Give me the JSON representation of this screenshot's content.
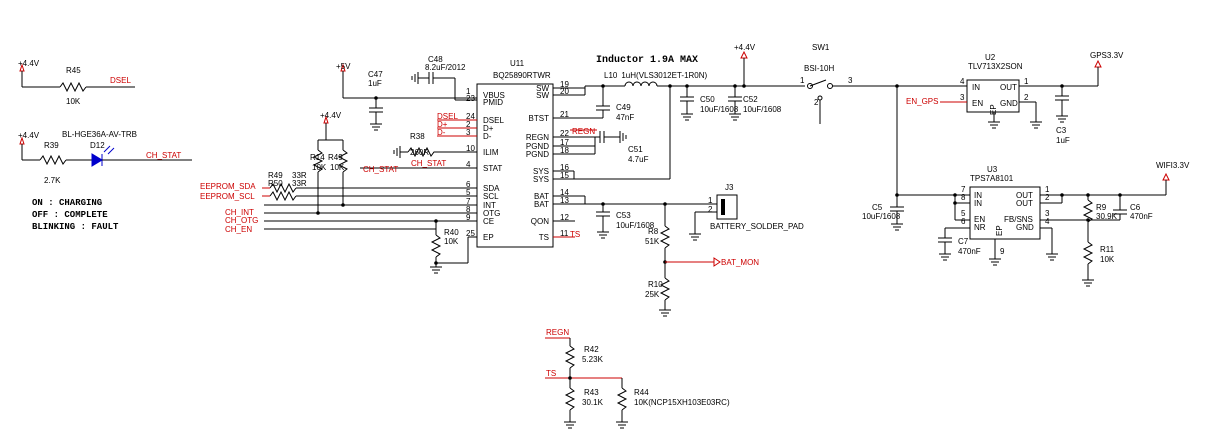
{
  "rails": {
    "v44": "+4.4V",
    "v5": "+5V",
    "gps": "GPS3.3V",
    "wifi": "WIFI3.3V"
  },
  "nets": {
    "dsel": "DSEL",
    "ch_stat": "CH_STAT",
    "eeprom_sda": "EEPROM_SDA",
    "eeprom_scl": "EEPROM_SCL",
    "ch_int": "CH_INT",
    "ch_otg": "CH_OTG",
    "ch_en": "CH_EN",
    "d_plus": "D+",
    "d_minus": "D-",
    "regn": "REGN",
    "ts": "TS",
    "bat_mon": "BAT_MON",
    "en_gps": "EN_GPS"
  },
  "status_notes": [
    "ON : CHARGING",
    "OFF : COMPLETE",
    "BLINKING : FAULT"
  ],
  "inductor_note": "Inductor 1.9A MAX",
  "ics": {
    "u11": {
      "ref": "U11",
      "part": "BQ25890RTWR",
      "left_pins": [
        {
          "num": "1",
          "name": "VBUS"
        },
        {
          "num": "23",
          "name": "PMID"
        },
        {
          "num": "24",
          "name": "DSEL"
        },
        {
          "num": "2",
          "name": "D+"
        },
        {
          "num": "3",
          "name": "D-"
        },
        {
          "num": "10",
          "name": "ILIM"
        },
        {
          "num": "4",
          "name": "STAT"
        },
        {
          "num": "6",
          "name": "SDA"
        },
        {
          "num": "5",
          "name": "SCL"
        },
        {
          "num": "7",
          "name": "INT"
        },
        {
          "num": "8",
          "name": "OTG"
        },
        {
          "num": "9",
          "name": "CE"
        },
        {
          "num": "25",
          "name": "EP"
        }
      ],
      "right_pins": [
        {
          "num": "19",
          "name": "SW"
        },
        {
          "num": "20",
          "name": "SW"
        },
        {
          "num": "21",
          "name": "BTST"
        },
        {
          "num": "22",
          "name": "REGN"
        },
        {
          "num": "17",
          "name": "PGND"
        },
        {
          "num": "18",
          "name": "PGND"
        },
        {
          "num": "16",
          "name": "SYS"
        },
        {
          "num": "15",
          "name": "SYS"
        },
        {
          "num": "14",
          "name": "BAT"
        },
        {
          "num": "13",
          "name": "BAT"
        },
        {
          "num": "12",
          "name": "QON"
        },
        {
          "num": "11",
          "name": "TS"
        }
      ]
    },
    "u2": {
      "ref": "U2",
      "part": "TLV713X2SON",
      "left_pins": [
        {
          "num": "4",
          "name": "IN"
        },
        {
          "num": "3",
          "name": "EN"
        }
      ],
      "right_pins": [
        {
          "num": "1",
          "name": "OUT"
        },
        {
          "num": "2",
          "name": "GND"
        }
      ],
      "ep": "EP"
    },
    "u3": {
      "ref": "U3",
      "part": "TPS7A8101",
      "left_pins": [
        {
          "num": "7",
          "name": "IN"
        },
        {
          "num": "8",
          "name": "IN"
        },
        {
          "num": "5",
          "name": "EN"
        },
        {
          "num": "6",
          "name": "NR"
        }
      ],
      "right_pins": [
        {
          "num": "1",
          "name": "OUT"
        },
        {
          "num": "2",
          "name": "OUT"
        },
        {
          "num": "3",
          "name": "FB/SNS"
        },
        {
          "num": "4",
          "name": "GND"
        }
      ],
      "bottom_pin": "9",
      "ep": "EP"
    }
  },
  "components": {
    "r45": {
      "ref": "R45",
      "value": "10K"
    },
    "r39": {
      "ref": "R39",
      "value": "2.7K"
    },
    "d12": {
      "ref": "D12",
      "value": "BL-HGE36A-AV-TRB"
    },
    "r14": {
      "ref": "R14",
      "value": "10K"
    },
    "r49b": {
      "ref": "R49",
      "value": "10K"
    },
    "r49": {
      "ref": "R49",
      "value": "33R"
    },
    "r50": {
      "ref": "R50",
      "value": "33R"
    },
    "r38": {
      "ref": "R38",
      "value": "260R"
    },
    "r40": {
      "ref": "R40",
      "value": "10K"
    },
    "c47": {
      "ref": "C47",
      "value": "1uF"
    },
    "c48": {
      "ref": "C48",
      "value": "8.2uF/2012"
    },
    "c49": {
      "ref": "C49",
      "value": "47nF"
    },
    "c51": {
      "ref": "C51",
      "value": "4.7uF"
    },
    "c50": {
      "ref": "C50",
      "value": "10uF/1608"
    },
    "c52": {
      "ref": "C52",
      "value": "10uF/1608"
    },
    "c53": {
      "ref": "C53",
      "value": "10uF/1608"
    },
    "l10": {
      "ref": "L10",
      "value": "1uH(VLS3012ET-1R0N)"
    },
    "sw1": {
      "ref": "SW1",
      "value": "BSI-10H"
    },
    "j3": {
      "ref": "J3",
      "value": "BATTERY_SOLDER_PAD"
    },
    "r8": {
      "ref": "R8",
      "value": "51K"
    },
    "r10": {
      "ref": "R10",
      "value": "25K"
    },
    "c3": {
      "ref": "C3",
      "value": "1uF"
    },
    "c5": {
      "ref": "C5",
      "value": "10uF/1608"
    },
    "c7": {
      "ref": "C7",
      "value": "470nF"
    },
    "c6": {
      "ref": "C6",
      "value": "470nF"
    },
    "r9": {
      "ref": "R9",
      "value": "30.9K"
    },
    "r11": {
      "ref": "R11",
      "value": "10K"
    },
    "r42": {
      "ref": "R42",
      "value": "5.23K"
    },
    "r43": {
      "ref": "R43",
      "value": "30.1K"
    },
    "r44": {
      "ref": "R44",
      "value": "10K(NCP15XH103E03RC)"
    }
  },
  "pin_numbers": {
    "sw1_1": "1",
    "sw1_2": "2",
    "sw1_3": "3",
    "j3_1": "1",
    "j3_2": "2"
  }
}
